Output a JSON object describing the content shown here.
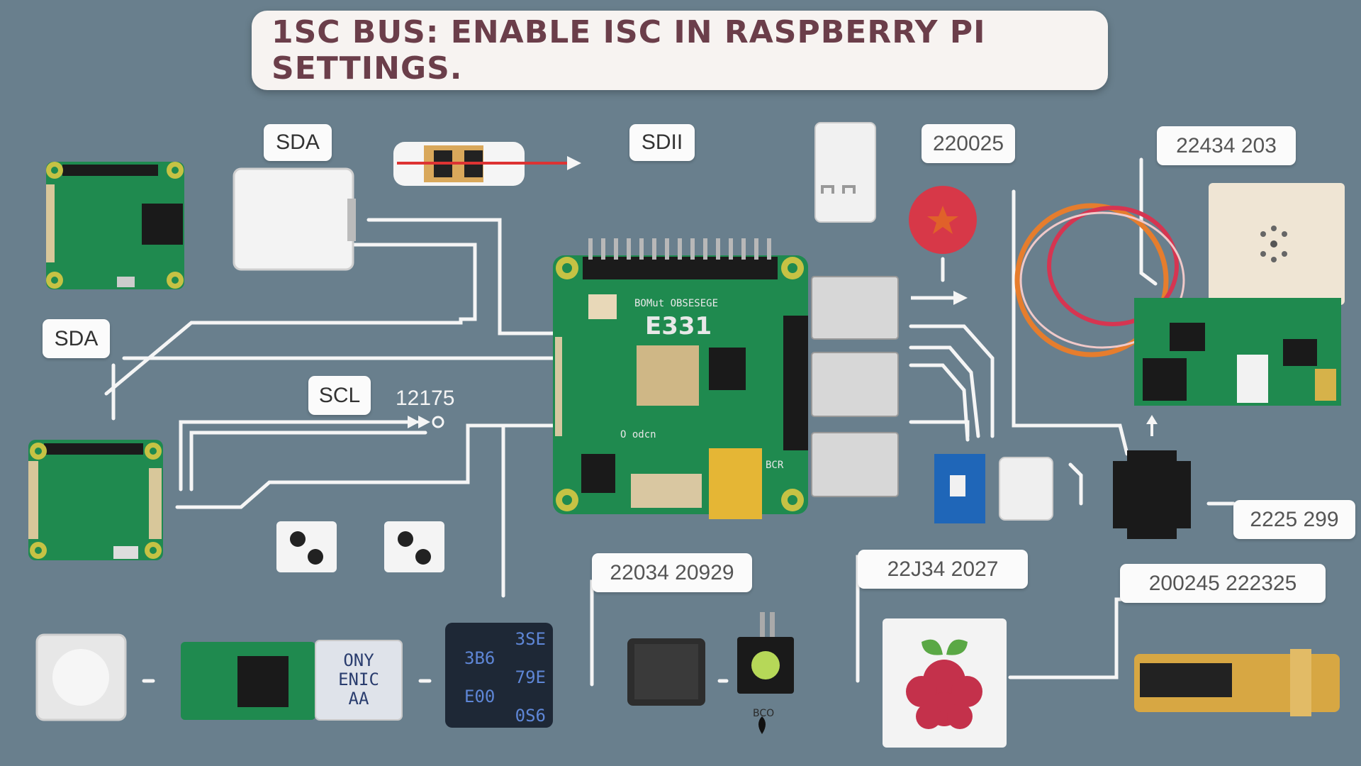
{
  "title": "1SC BUS: ENABLE ISC IN RASPBERRY PI SETTINGS.",
  "labels": {
    "sda_top": "SDA",
    "sdii": "SDII",
    "sda_left": "SDA",
    "scl": "SCL",
    "num_12175": "12175",
    "num_220025": "220025",
    "num_22434_203": "22434  203",
    "num_2225_299": "2225  299",
    "num_22034_20929": "22034  20929",
    "num_22j34_2027": "22J34  2027",
    "num_200245_222325": "200245  222325"
  },
  "board": {
    "model_text": "BOMut OBSESEGE",
    "big_text": "E331",
    "small_text_1": "O odcn",
    "small_text_2": "BCR"
  },
  "display": {
    "lines": [
      "3SE",
      "3B6",
      "79E",
      "E00",
      "0S6"
    ]
  },
  "oled_label": {
    "lines": [
      "ONY",
      "ENIC",
      "AA"
    ]
  },
  "sensor_label": "BCO",
  "colors": {
    "background": "#697f8d",
    "pcb_green": "#1f8a4f",
    "title_color": "#6b3e4a",
    "wire": "#f5f5f5"
  }
}
